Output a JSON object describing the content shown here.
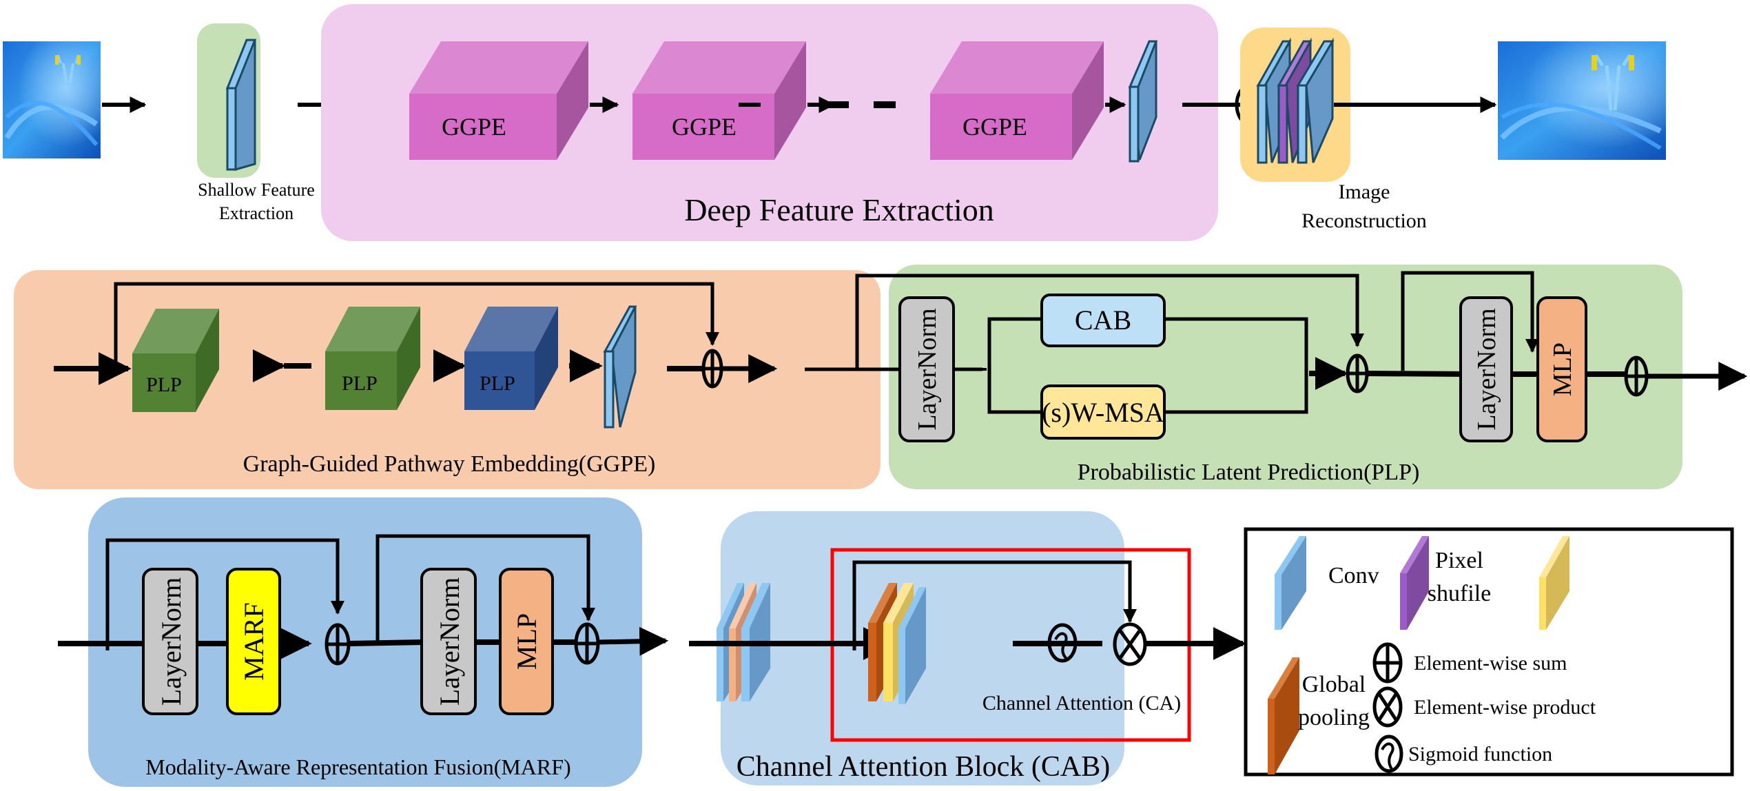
{
  "top_row": {
    "shallow_label_line1": "Shallow Feature",
    "shallow_label_line2": "Extraction",
    "deep_title": "Deep Feature Extraction",
    "ggpe_blocks": [
      "GGPE",
      "GGPE",
      "GGPE"
    ],
    "recon_label_line1": "Image",
    "recon_label_line2": "Reconstruction"
  },
  "ggpe_panel": {
    "title": "Graph-Guided Pathway Embedding(GGPE)",
    "plp_blocks": [
      "PLP",
      "PLP",
      "PLP"
    ]
  },
  "plp_panel": {
    "title": "Probabilistic Latent Prediction(PLP)",
    "layernorm1": "LayerNorm",
    "cab": "CAB",
    "wmsa": "(s)W-MSA",
    "layernorm2": "LayerNorm",
    "mlp": "MLP"
  },
  "marf_panel": {
    "title": "Modality-Aware Representation Fusion(MARF)",
    "layernorm1": "LayerNorm",
    "marf": "MARF",
    "layernorm2": "LayerNorm",
    "mlp": "MLP"
  },
  "cab_panel": {
    "title": "Channel Attention Block (CAB)",
    "ca_label": "Channel Attention  (CA)"
  },
  "legend": {
    "conv": "Conv",
    "pixel_shuffle_line1": "Pixel",
    "pixel_shuffle_line2": "shufile",
    "global_pooling_line1": "Global",
    "global_pooling_line2": "pooling",
    "sum": "Element-wise sum",
    "product": "Element-wise product",
    "sigmoid": "Sigmoid function"
  },
  "colors": {
    "green_panel": "#c5e0b4",
    "pink_panel": "#f0cdee",
    "orange_panel": "#ffd98a",
    "peach_panel": "#f8cbad",
    "blue_panel": "#9dc3e6",
    "light_blue_panel": "#bdd7ee",
    "ggpe_front": "#d66bc8",
    "conv_front": "#6699c8",
    "pixel_shuffle": "#7e4ba0",
    "plp_green": "#548235",
    "plp_blue": "#2f5597",
    "layernorm": "#c8c8c8",
    "cab_box": "#bde0f7",
    "wmsa_box": "#ffe699",
    "mlp_box": "#f4b183",
    "marf_box": "#ffff00",
    "ca_frame": "#ff0000"
  }
}
